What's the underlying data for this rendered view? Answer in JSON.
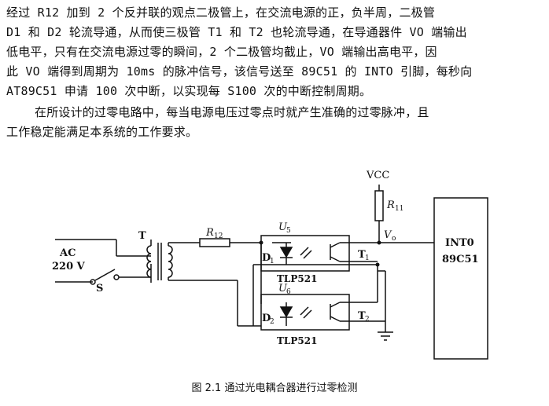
{
  "text": {
    "para1": [
      "经过 R12 加到 2 个反并联的观点二极管上，在交流电源的正，负半周，二极管",
      "D1 和 D2 轮流导通，从而使三极管 T1 和 T2 也轮流导通，在导通器件 VO 端输出",
      "低电平，只有在交流电源过零的瞬间，2 个二极管均截止，VO 端输出高电平，因",
      "此 VO 端得到周期为 10ms 的脉冲信号，该信号送至 89C51 的 INTO 引脚，每秒向",
      "AT89C51 申请 100 次中断，以实现每 S100 次的中断控制周期。"
    ],
    "para2": [
      "在所设计的过零电路中，每当电源电压过零点时就产生准确的过零脉冲，且",
      "工作稳定能满足本系统的工作要求。"
    ]
  },
  "circuit": {
    "vcc": "VCC",
    "r11": "R",
    "r11_sub": "11",
    "vo": "V",
    "vo_sub": "o",
    "t": "T",
    "r12": "R",
    "r12_sub": "12",
    "u5": "U",
    "u5_sub": "5",
    "u6": "U",
    "u6_sub": "6",
    "d1": "D",
    "d1_sub": "1",
    "d2": "D",
    "d2_sub": "2",
    "t1": "T",
    "t1_sub": "1",
    "t2": "T",
    "t2_sub": "2",
    "tlp1": "TLP521",
    "tlp2": "TLP521",
    "ac": "AC",
    "v220": "220 V",
    "s": "S",
    "int0": "INT0",
    "mcu": "89C51"
  },
  "caption": "图 2.1 通过光电耦合器进行过零检测"
}
